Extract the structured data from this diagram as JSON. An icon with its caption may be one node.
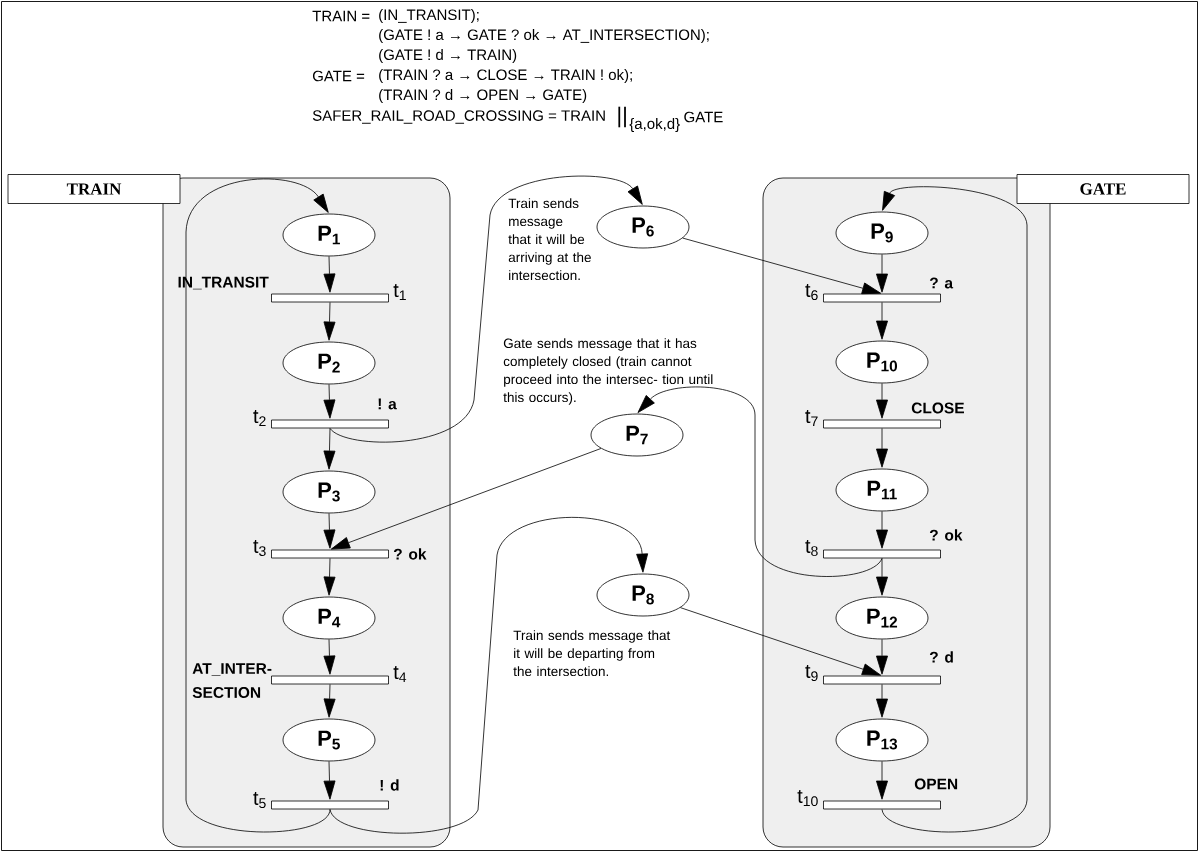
{
  "diagram": {
    "nodes": [
      {
        "text": [],
        "shape": "box"
      },
      {
        "text": [
          "TRAIN"
        ]
      },
      {
        "text": [
          "P$_{1}$"
        ],
        "in": 0
      },
      {
        "text": [],
        "shape": "bar",
        "in": 0,
        "beside": [
          "t$_{1}$",
          "IN_TRANSIT"
        ]
      },
      {
        "text": [
          "P$_{2}$"
        ],
        "in": 0
      },
      {
        "text": [],
        "shape": "bar",
        "in": 0,
        "beside": [
          "t$_{2}$",
          "! a"
        ]
      },
      {
        "text": [
          "P$_{3}$"
        ],
        "in": 0
      },
      {
        "text": [],
        "shape": "bar",
        "in": 0,
        "beside": [
          "t$_{3}$",
          "? ok"
        ]
      },
      {
        "text": [
          "P$_{4}$"
        ],
        "in": 0
      },
      {
        "text": [],
        "shape": "bar",
        "in": 0,
        "beside": [
          "t$_{4}$",
          "AT_INTER- SECTION"
        ]
      },
      {
        "text": [
          "P$_{5}$"
        ],
        "in": 0
      },
      {
        "text": [],
        "shape": "bar",
        "in": 0,
        "beside": [
          "t$_{5}$",
          "! d"
        ]
      },
      {
        "text": [
          "P$_{6}$"
        ]
      },
      {
        "text": [
          "P$_{7}$"
        ]
      },
      {
        "text": [
          "P$_{8}$"
        ]
      },
      {
        "text": [],
        "shape": "box"
      },
      {
        "text": [
          "GATE"
        ]
      },
      {
        "text": [
          "P$_{9}$"
        ],
        "in": 15
      },
      {
        "text": [],
        "shape": "bar",
        "in": 15,
        "beside": [
          "t$_{6}$",
          "? a"
        ]
      },
      {
        "text": [
          "P$_{10}$"
        ],
        "in": 15
      },
      {
        "text": [],
        "shape": "bar",
        "in": 15,
        "beside": [
          "t$_{7}$",
          "CLOSE"
        ]
      },
      {
        "text": [
          "P$_{11}$"
        ],
        "in": 15
      },
      {
        "text": [],
        "shape": "bar",
        "in": 15,
        "beside": [
          "t$_{8}$",
          "? ok"
        ]
      },
      {
        "text": [
          "P$_{12}$"
        ],
        "in": 15
      },
      {
        "text": [],
        "shape": "bar",
        "in": 15,
        "beside": [
          "t$_{9}$",
          "? d"
        ]
      },
      {
        "text": [
          "P$_{13}$"
        ],
        "in": 15
      },
      {
        "text": [],
        "shape": "bar",
        "in": 15,
        "beside": [
          "t$_{10}$",
          "OPEN"
        ]
      }
    ],
    "edges": [
      {
        "from": 2,
        "to": 3,
        "arrow": "to"
      },
      {
        "from": 3,
        "to": 4,
        "arrow": "to"
      },
      {
        "from": 4,
        "to": 5,
        "arrow": "to"
      },
      {
        "from": 5,
        "to": 6,
        "arrow": "to"
      },
      {
        "from": 6,
        "to": 7,
        "arrow": "to"
      },
      {
        "from": 7,
        "to": 8,
        "arrow": "to"
      },
      {
        "from": 8,
        "to": 9,
        "arrow": "to"
      },
      {
        "from": 9,
        "to": 10,
        "arrow": "to"
      },
      {
        "from": 10,
        "to": 11,
        "arrow": "to"
      },
      {
        "from": 11,
        "to": 2,
        "arrow": "to"
      },
      {
        "from": 5,
        "to": 12,
        "arrow": "to"
      },
      {
        "from": 12,
        "to": 18,
        "arrow": "to"
      },
      {
        "from": 22,
        "to": 13,
        "arrow": "to"
      },
      {
        "from": 13,
        "to": 7,
        "arrow": "to"
      },
      {
        "from": 11,
        "to": 14,
        "arrow": "to"
      },
      {
        "from": 14,
        "to": 24,
        "arrow": "to"
      },
      {
        "from": 17,
        "to": 18,
        "arrow": "to"
      },
      {
        "from": 18,
        "to": 19,
        "arrow": "to"
      },
      {
        "from": 19,
        "to": 20,
        "arrow": "to"
      },
      {
        "from": 20,
        "to": 21,
        "arrow": "to"
      },
      {
        "from": 21,
        "to": 22,
        "arrow": "to"
      },
      {
        "from": 22,
        "to": 23,
        "arrow": "to"
      },
      {
        "from": 23,
        "to": 24,
        "arrow": "to"
      },
      {
        "from": 24,
        "to": 25,
        "arrow": "to"
      },
      {
        "from": 25,
        "to": 26,
        "arrow": "to"
      },
      {
        "from": 26,
        "to": 17,
        "arrow": "to"
      }
    ],
    "labels": [
      "TRAIN =",
      "(IN_TRANSIT);",
      "(GATE ! a → GATE ? ok → AT_INTERSECTION);",
      "(GATE ! d → TRAIN)",
      "GATE =",
      "(TRAIN ? a → CLOSE → TRAIN ! ok);",
      "(TRAIN ? d → OPEN → GATE)",
      "SAFER_RAIL_ROAD_CROSSING = TRAIN",
      "||",
      "{a,ok,d}",
      "GATE",
      "Train sends message that it will be arriving at the intersection.",
      "Gate sends message that it has completely closed (train cannot proceed into the intersec- tion until this occurs).",
      "Train sends message that it will be departing from the intersection."
    ]
  }
}
